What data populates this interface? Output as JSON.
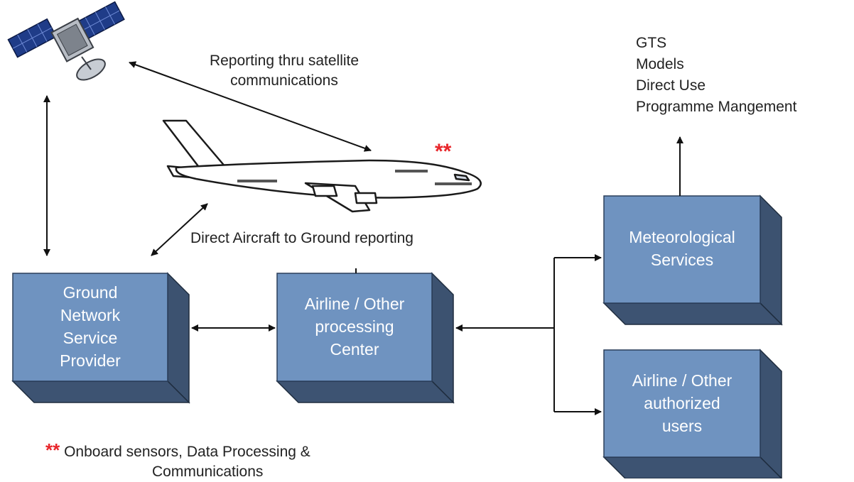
{
  "colors": {
    "box_front": "#6f93c0",
    "box_side": "#3c5270",
    "box_bottom": "#3d5372",
    "arrow": "#111111",
    "asterisk": "#e8262b"
  },
  "icons": [
    "satellite-icon",
    "airplane-icon"
  ],
  "labels": {
    "satellite_link": [
      "Reporting thru satellite",
      "communications"
    ],
    "ground_link": "Direct Aircraft to Ground reporting",
    "outputs": [
      "GTS",
      "Models",
      "Direct Use",
      "Programme Mangement"
    ],
    "aircraft_marker": "**",
    "footnote_marker": "**",
    "footnote": [
      "Onboard sensors, Data Processing &",
      "Communications"
    ]
  },
  "boxes": {
    "ground_network": [
      "Ground",
      "Network",
      "Service",
      "Provider"
    ],
    "airline_processing": [
      "Airline / Other",
      "processing",
      "Center"
    ],
    "met_services": [
      "Meteorological",
      "Services"
    ],
    "authorized_users": [
      "Airline / Other",
      "authorized",
      "users"
    ]
  }
}
